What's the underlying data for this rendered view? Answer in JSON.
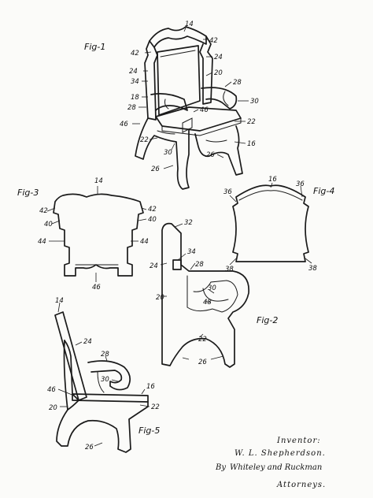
{
  "figures": {
    "fig1": {
      "caption": "Fig-1",
      "callouts": [
        "14",
        "42",
        "42",
        "24",
        "24",
        "20",
        "28",
        "34",
        "18",
        "28",
        "46",
        "46",
        "30",
        "22",
        "22",
        "30",
        "16",
        "26",
        "26"
      ]
    },
    "fig2": {
      "caption": "Fig-2",
      "callouts": [
        "32",
        "34",
        "24",
        "28",
        "30",
        "20",
        "48",
        "22",
        "26"
      ]
    },
    "fig3": {
      "caption": "Fig-3",
      "callouts": [
        "14",
        "42",
        "42",
        "40",
        "40",
        "44",
        "44",
        "46"
      ]
    },
    "fig4": {
      "caption": "Fig-4",
      "callouts": [
        "16",
        "36",
        "36",
        "38",
        "38"
      ]
    },
    "fig5": {
      "caption": "Fig-5",
      "callouts": [
        "14",
        "24",
        "28",
        "30",
        "16",
        "46",
        "20",
        "22",
        "26"
      ]
    }
  },
  "signature_block": {
    "heading": "Inventor:",
    "inventor": "W. L. Shepherdson.",
    "by": "By",
    "signature": "Whiteley and Ruckman",
    "attorneys": "Attorneys."
  }
}
